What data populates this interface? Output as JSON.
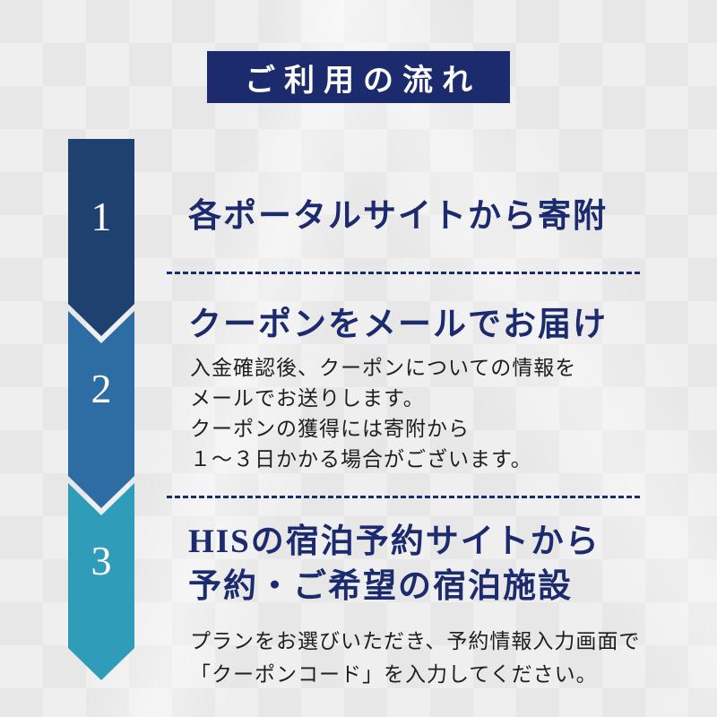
{
  "header": {
    "title": "ご利用の流れ"
  },
  "ribbon": {
    "steps": [
      {
        "number": "1"
      },
      {
        "number": "2"
      },
      {
        "number": "3"
      }
    ]
  },
  "steps": [
    {
      "title_lines": [
        "各ポータルサイトから寄附"
      ],
      "body_lines": []
    },
    {
      "title_lines": [
        "クーポンをメールでお届け"
      ],
      "body_lines": [
        "入金確認後、クーポンについての情報を",
        "メールでお送りします。",
        "クーポンの獲得には寄附から",
        "１～３日かかる場合がございます。"
      ]
    },
    {
      "title_lines": [
        "HISの宿泊予約サイトから",
        "予約・ご希望の宿泊施設"
      ],
      "body_lines": [
        "プランをお選びいただき、予約情報入力画面で",
        "「クーポンコード」を入力してください。"
      ]
    }
  ],
  "colors": {
    "header_bg": "#1c2a6e",
    "heading_text": "#1c2a6e",
    "divider": "#1c2a6e",
    "body_text": "#1e1e1e",
    "step1_arrow": "#1e4170",
    "step2_arrow": "#2e6da3",
    "step3_arrow": "#2f9cba",
    "background": "#ececec"
  }
}
